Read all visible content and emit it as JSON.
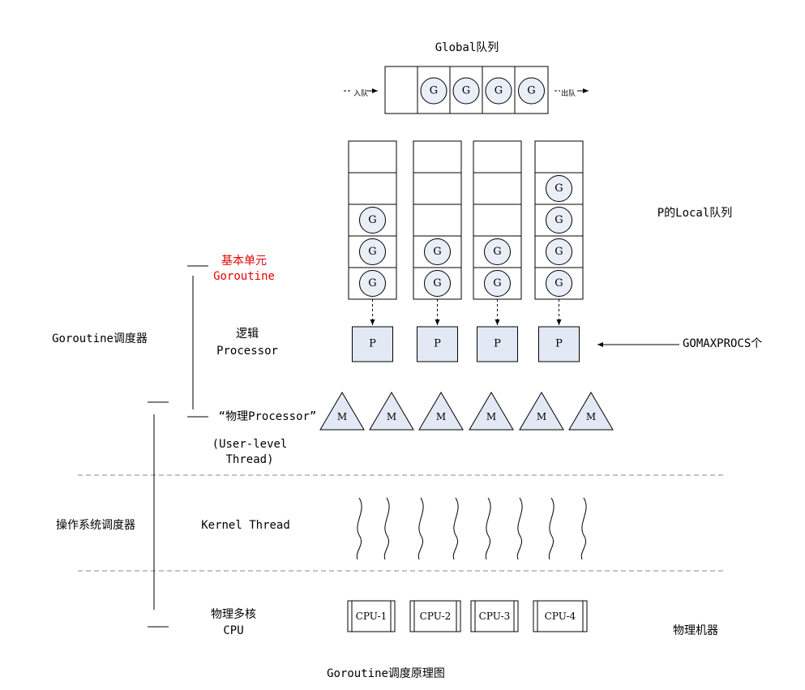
{
  "global_queue": {
    "title": "Global队列",
    "enqueue_label": "入队",
    "dequeue_label": "出队",
    "g_items": [
      "G",
      "G",
      "G",
      "G"
    ]
  },
  "local_queue_label": "P的Local队列",
  "local_queues": [
    {
      "g_items": [
        "G",
        "G",
        "G"
      ]
    },
    {
      "g_items": [
        "G",
        "G"
      ]
    },
    {
      "g_items": [
        "G",
        "G"
      ]
    },
    {
      "g_items": [
        "G",
        "G",
        "G",
        "G"
      ]
    }
  ],
  "processors": [
    "P",
    "P",
    "P",
    "P"
  ],
  "gomaxprocs_label": "GOMAXPROCS个",
  "machines": [
    "M",
    "M",
    "M",
    "M",
    "M",
    "M"
  ],
  "cpus": [
    "CPU-1",
    "CPU-2",
    "CPU-3",
    "CPU-4"
  ],
  "labels": {
    "basic_unit_1": "基本单元",
    "basic_unit_2": "Goroutine",
    "logic_processor_1": "逻辑",
    "logic_processor_2": "Processor",
    "goroutine_scheduler": "Goroutine调度器",
    "physical_processor": "“物理Processor”",
    "user_level_1": "(User-level",
    "user_level_2": "Thread)",
    "os_scheduler": "操作系统调度器",
    "kernel_thread": "Kernel Thread",
    "physical_cores_1": "物理多核",
    "physical_cores_2": "CPU",
    "physical_machine": "物理机器",
    "caption": "Goroutine调度原理图"
  },
  "colors": {
    "g_fill": "#e9eef7",
    "p_fill": "#e3e9f4",
    "m_fill": "#e3e9f4",
    "highlight_text": "#e60000"
  }
}
